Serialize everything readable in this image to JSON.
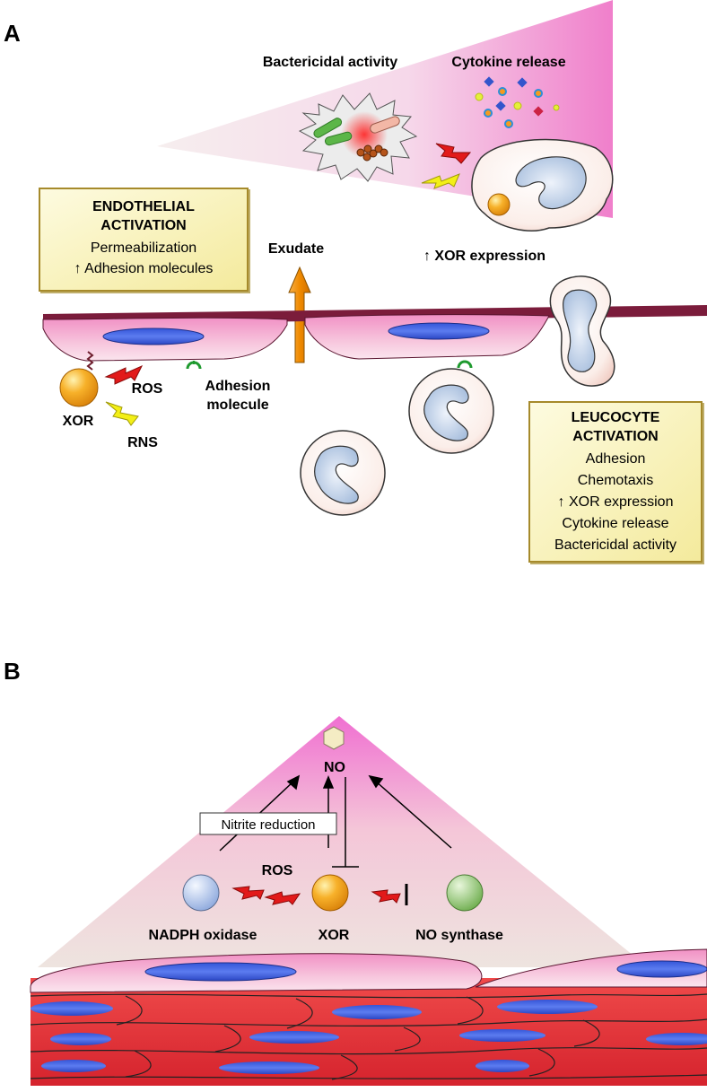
{
  "panel_a": {
    "label": "A",
    "top_labels": {
      "bactericidal": "Bactericidal activity",
      "cytokine": "Cytokine release"
    },
    "endothelial_box": {
      "title1": "ENDOTHELIAL",
      "title2": "ACTIVATION",
      "line1": "Permeabilization",
      "line2": "↑ Adhesion molecules"
    },
    "exudate": "Exudate",
    "xor_expression": "↑ XOR expression",
    "ros": "ROS",
    "rns": "RNS",
    "xor": "XOR",
    "adhesion1": "Adhesion",
    "adhesion2": "molecule",
    "leucocyte_box": {
      "title1": "LEUCOCYTE",
      "title2": "ACTIVATION",
      "items": [
        "Adhesion",
        "Chemotaxis",
        "↑ XOR expression",
        "Cytokine release",
        "Bactericidal activity"
      ]
    }
  },
  "panel_b": {
    "label": "B",
    "no": "NO",
    "nitrite_reduction": "Nitrite reduction",
    "ros": "ROS",
    "nadph": "NADPH oxidase",
    "xor": "XOR",
    "nos": "NO synthase"
  },
  "colors": {
    "box_fill": "#fbf6c6",
    "xor_orange": "#f5a21c",
    "nucleus_blue": "#3b55e0",
    "cell_pink": "#f3a9cf",
    "red_tissue": "#e8313b",
    "bolt_red": "#e21a1a",
    "bolt_yellow": "#f3ef16",
    "endothelium_top": "#7a1e3c"
  }
}
